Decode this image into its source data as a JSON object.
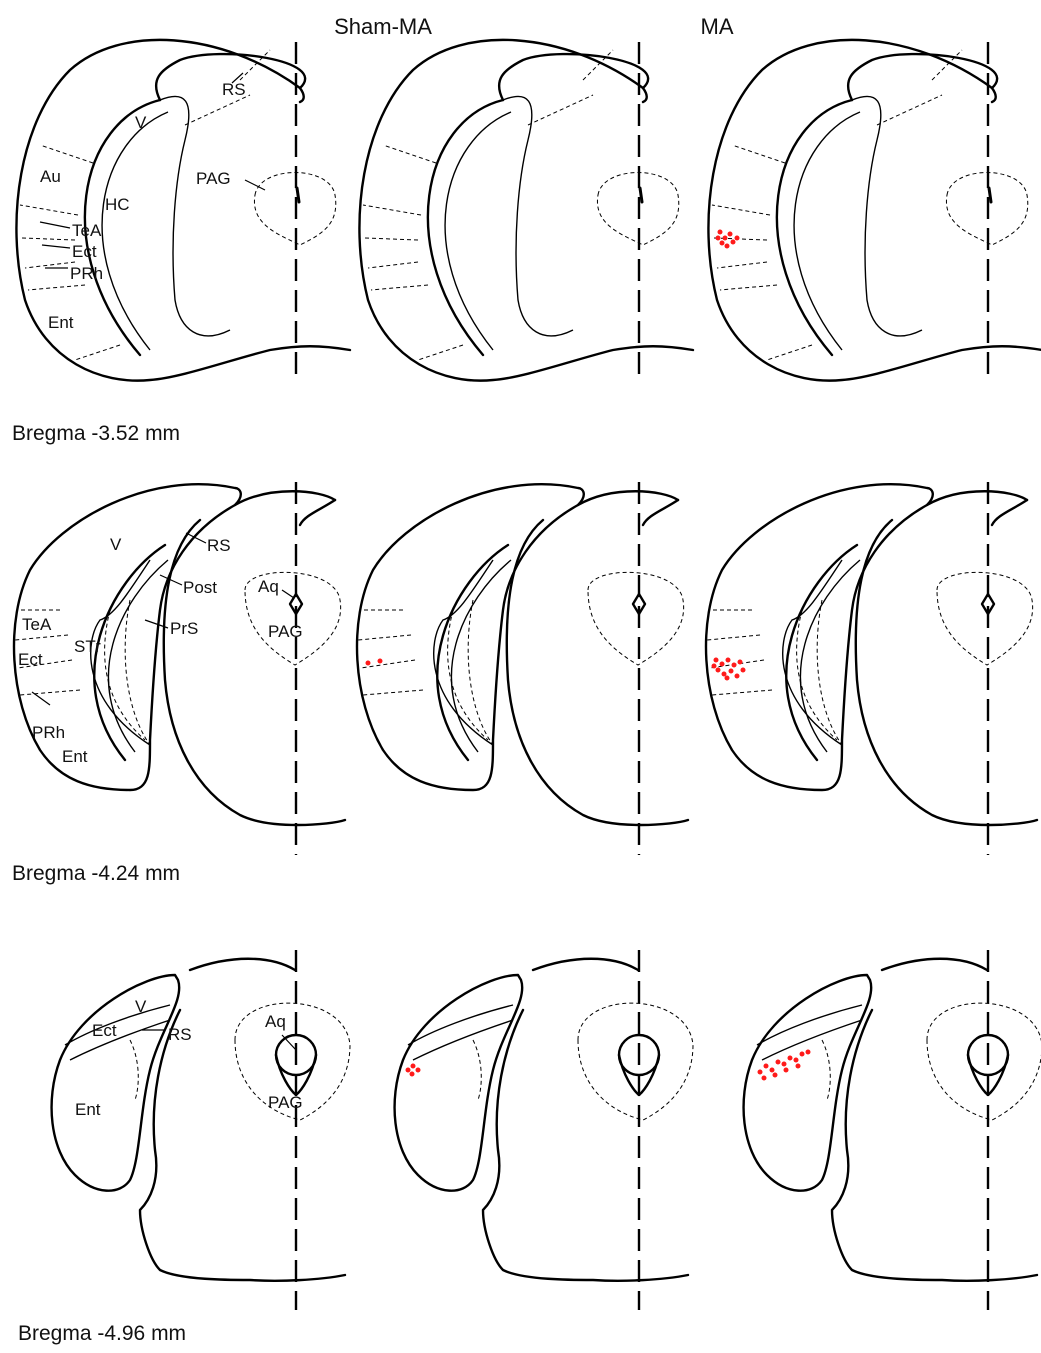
{
  "columns": {
    "sham": "Sham-MA",
    "ma": "MA"
  },
  "sections": [
    {
      "bregma": "Bregma -3.52 mm",
      "labels": {
        "v": "V",
        "rs": "RS",
        "au": "Au",
        "hc": "HC",
        "pag": "PAG",
        "tea": "TeA",
        "ect": "Ect",
        "prh": "PRh",
        "ent": "Ent"
      }
    },
    {
      "bregma": "Bregma -4.24 mm",
      "labels": {
        "v": "V",
        "rs": "RS",
        "post": "Post",
        "aq": "Aq",
        "prs": "PrS",
        "pag": "PAG",
        "tea": "TeA",
        "str": "STr",
        "ect": "Ect",
        "prh": "PRh",
        "ent": "Ent"
      }
    },
    {
      "bregma": "Bregma -4.96 mm",
      "labels": {
        "v": "V",
        "ect": "Ect",
        "rs": "RS",
        "aq": "Aq",
        "pag": "PAG",
        "ent": "Ent"
      }
    }
  ],
  "colors": {
    "outline": "#000000",
    "lesion_marker": "#ff1a1a"
  }
}
